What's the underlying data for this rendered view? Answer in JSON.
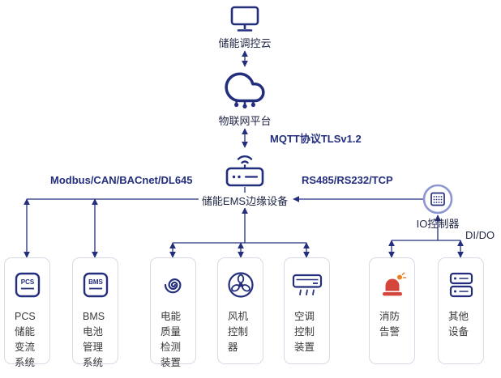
{
  "palette": {
    "navy": "#232e7d",
    "label_dark": "#1f2544",
    "alarm_red": "#d4453c",
    "alarm_orange": "#e8832b",
    "io_ring": "#8d96d2",
    "card_border": "#d7dbe7"
  },
  "nodes": {
    "cloud_console": "储能调控云",
    "iot_platform": "物联网平台",
    "edge_device": "储能EMS边缘设备",
    "io_controller": "IO控制器"
  },
  "protocols": {
    "mqtt": "MQTT协议TLSv1.2",
    "field_bus": "Modbus/CAN/BACnet/DL645",
    "serial": "RS485/RS232/TCP",
    "dido": "DI/DO"
  },
  "devices": [
    {
      "badge": "PCS",
      "label": "PCS\n储能\n变流\n系统"
    },
    {
      "badge": "BMS",
      "label": "BMS\n电池\n管理\n系统"
    },
    {
      "label": "电能\n质量\n检测\n装置"
    },
    {
      "label": "风机\n控制\n器"
    },
    {
      "label": "空调\n控制\n装置"
    },
    {
      "label": "消防\n告警"
    },
    {
      "label": "其他\n设备"
    }
  ]
}
